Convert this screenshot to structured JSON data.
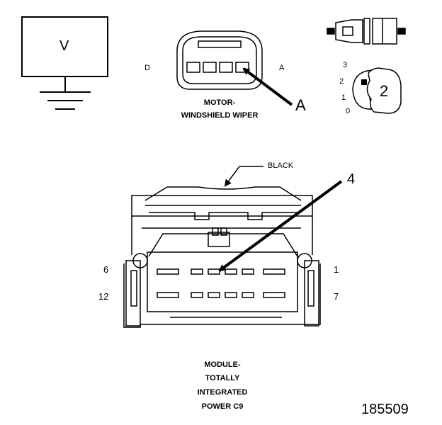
{
  "meter": {
    "symbol": "V"
  },
  "wiper_connector": {
    "label_left": "D",
    "label_right": "A",
    "callout": "A",
    "name_line1": "MOTOR-",
    "name_line2": "WINDSHIELD WIPER"
  },
  "probe_selector": {
    "positions": [
      "3",
      "2",
      "1",
      "0"
    ],
    "selected": "2"
  },
  "module_connector": {
    "color_label": "BLACK",
    "callout": "4",
    "pin_top_left": "6",
    "pin_top_right": "1",
    "pin_bottom_left": "12",
    "pin_bottom_right": "7",
    "name_line1": "MODULE-",
    "name_line2": "TOTALLY",
    "name_line3": "INTEGRATED",
    "name_line4": "POWER C9"
  },
  "figure_number": "185509"
}
